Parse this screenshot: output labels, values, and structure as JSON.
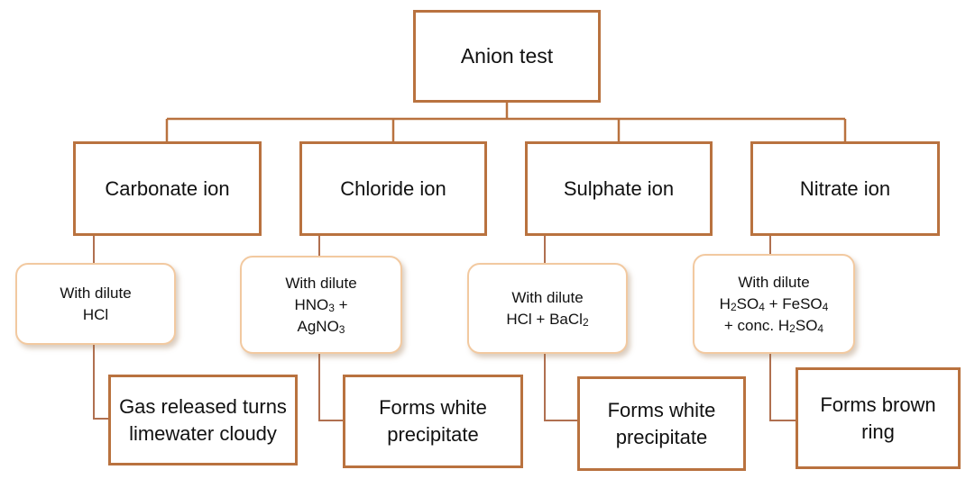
{
  "root": {
    "label": "Anion test"
  },
  "ions": [
    {
      "name": "Carbonate ion",
      "condition": [
        "With dilute",
        "HCl"
      ],
      "result": [
        "Gas released turns",
        "limewater cloudy"
      ]
    },
    {
      "name": "Chloride ion",
      "condition": [
        "With dilute",
        "HNO3 +",
        "AgNO3"
      ],
      "result": [
        "Forms white",
        "precipitate"
      ]
    },
    {
      "name": "Sulphate ion",
      "condition": [
        "With dilute",
        "HCl + BaCl2"
      ],
      "result": [
        "Forms white",
        "precipitate"
      ]
    },
    {
      "name": "Nitrate ion",
      "condition": [
        "With dilute",
        "H2SO4 + FeSO4",
        "+ conc. H2SO4"
      ],
      "result": [
        "Forms brown",
        "ring"
      ]
    }
  ],
  "colors": {
    "box_border": "#b9723f",
    "cond_border": "#f2c9a0",
    "text": "#111111"
  }
}
